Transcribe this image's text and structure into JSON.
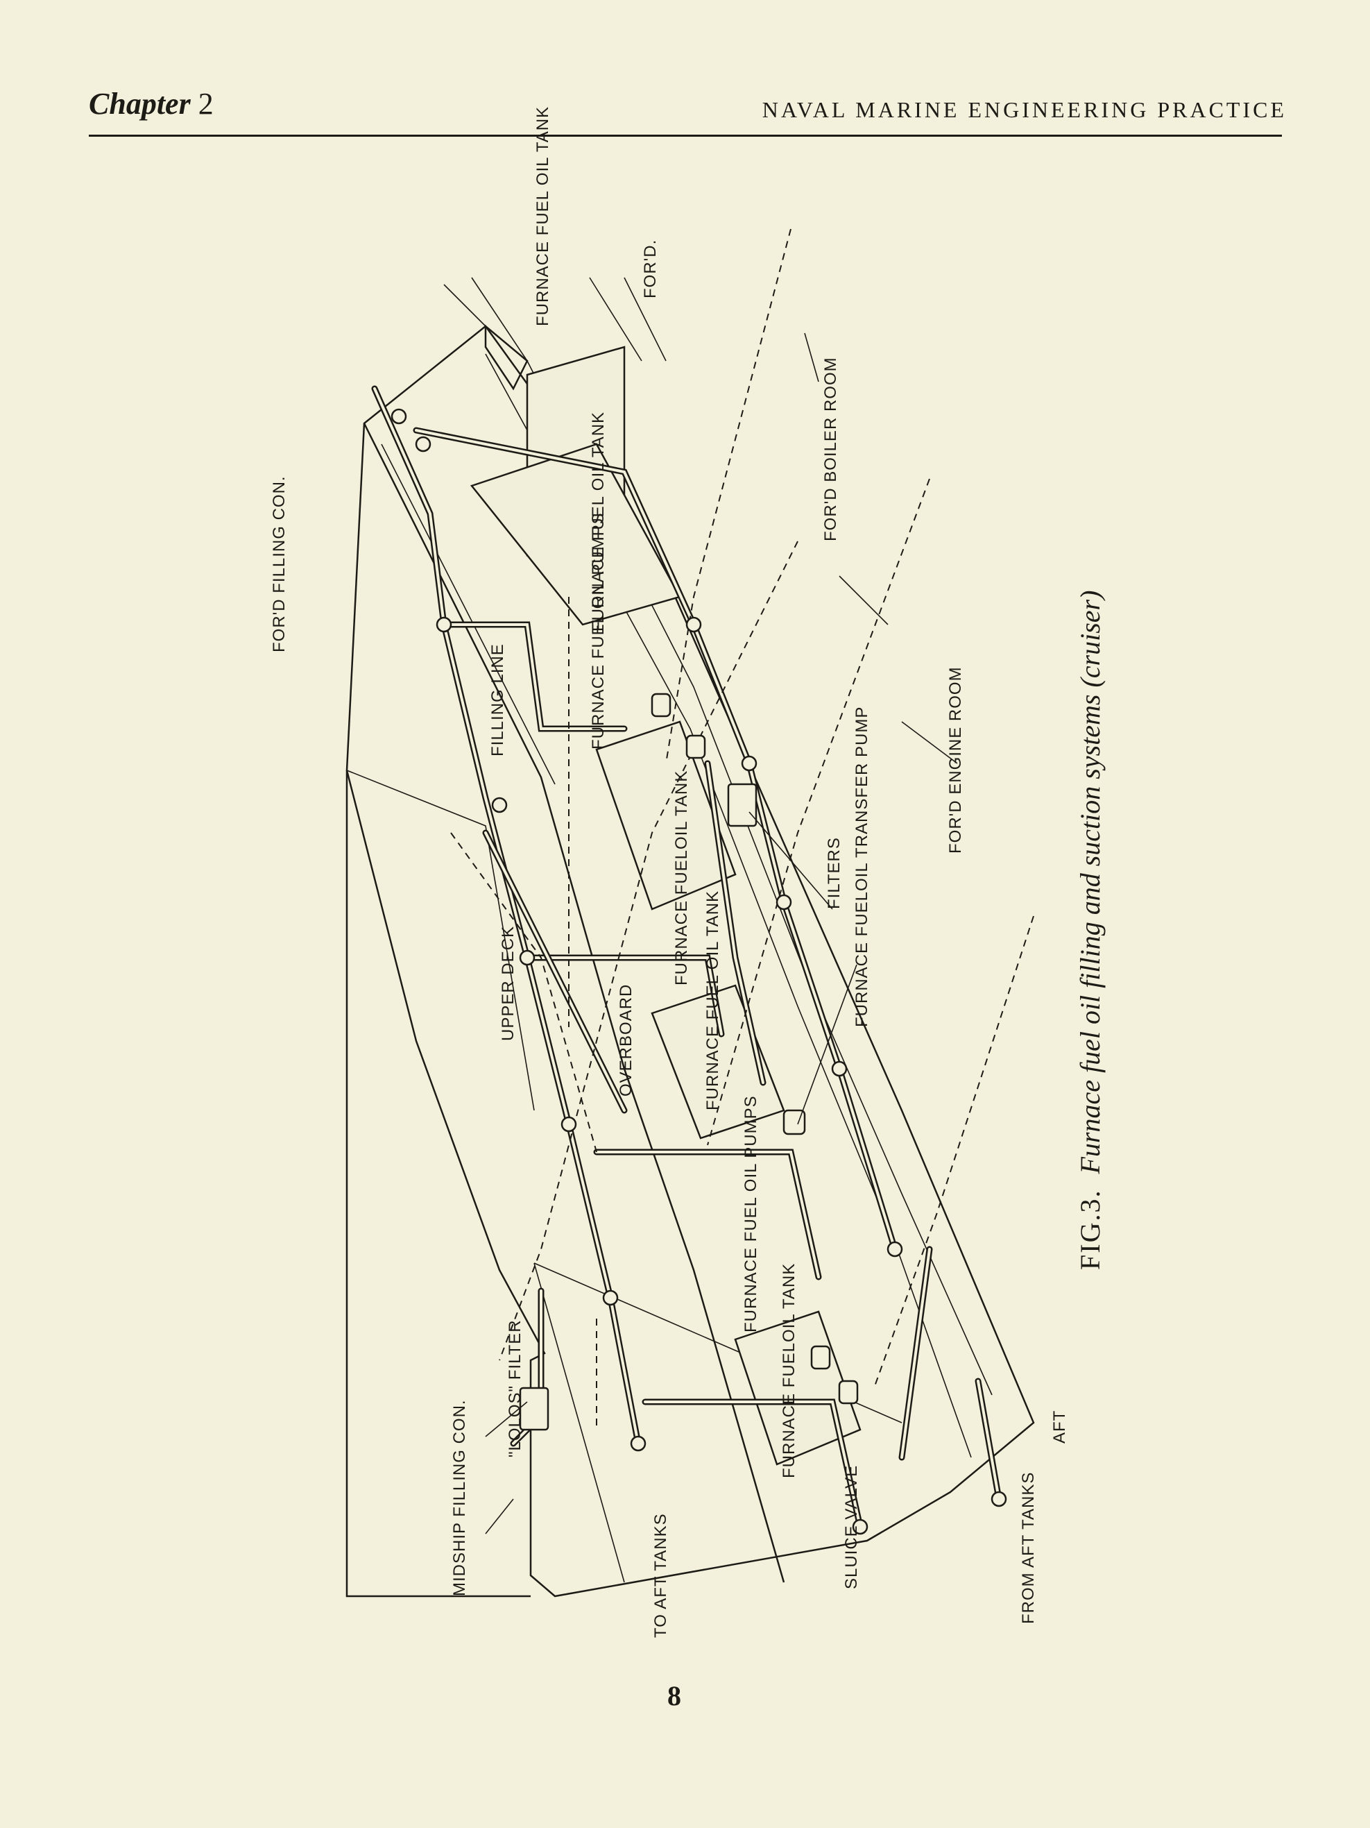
{
  "header": {
    "chapter_label": "Chapter",
    "chapter_number": "2",
    "book_title": "NAVAL MARINE ENGINEERING PRACTICE"
  },
  "labels": {
    "furnace_fuel_oil_tank_top": "FURNACE FUEL OIL TANK",
    "ford": "FOR'D.",
    "ford_boiler_room": "FOR'D BOILER ROOM",
    "ford_filling_con": "FOR'D FILLING CON.",
    "furnace_fuel_oil_tank_1": "FURNACE FUEL OIL TANK",
    "furnace_fuel_oil_pumps_1": "FURNACE FUEL OIL PUMPS",
    "filling_line": "FILLING LINE",
    "ford_engine_room": "FOR'D ENGINE ROOM",
    "filters": "FILTERS",
    "furnace_fueloil_transfer_pump": "FURNACE FUELOIL TRANSFER PUMP",
    "furnace_fueloil_tank_2": "FURNACE FUELOIL TANK",
    "upper_deck": "UPPER DECK",
    "overboard": "OVERBOARD",
    "furnace_fuel_oil_tank_3": "FURNACE FUEL OIL TANK",
    "furnace_fuel_oil_pumps_2": "FURNACE FUEL OIL PUMPS",
    "lolos_filter": "\"LOLOS\" FILTER",
    "furnace_fueloil_tank_4": "FURNACE FUELOIL TANK",
    "midship_filling_con": "MIDSHIP FILLING CON.",
    "to_aft_tanks": "TO AFT TANKS",
    "sluice_valve": "SLUICE VALVE",
    "aft": "AFT",
    "from_aft_tanks": "FROM AFT TANKS"
  },
  "caption": {
    "figure": "FIG.3.",
    "text": "Furnace fuel oil filling and suction systems (cruiser)"
  },
  "page_number": "8"
}
